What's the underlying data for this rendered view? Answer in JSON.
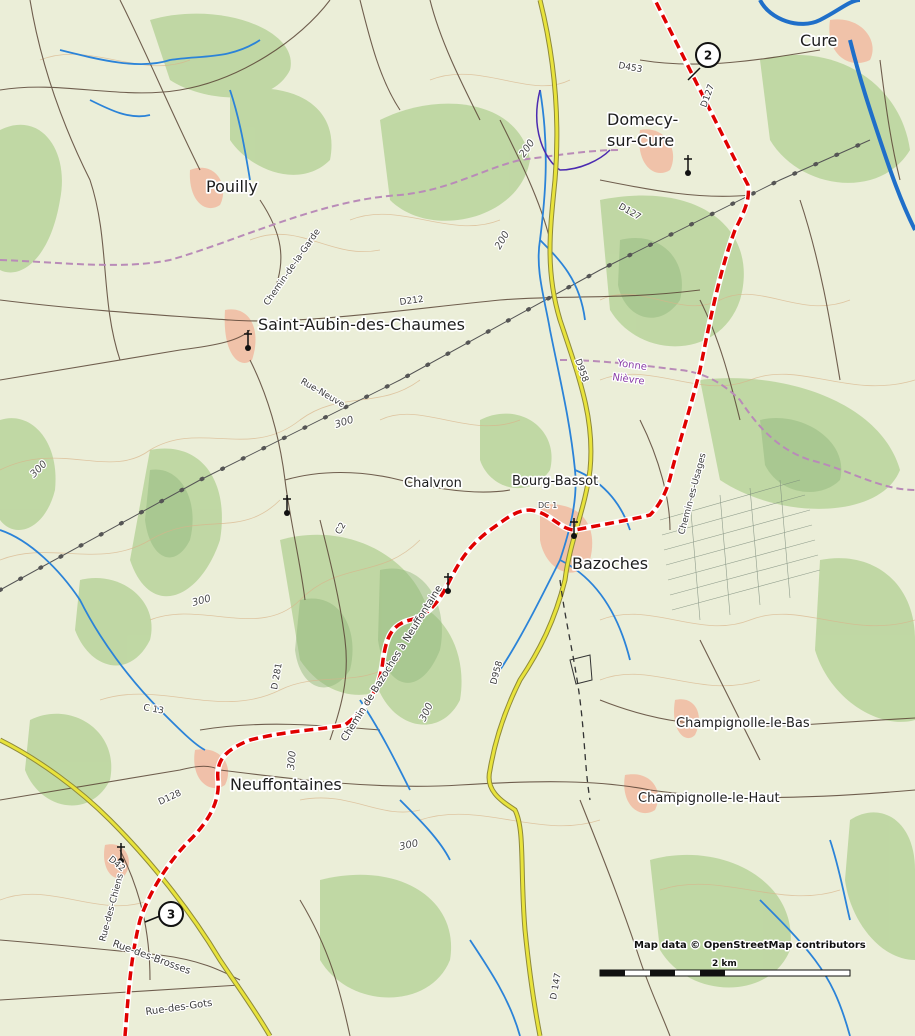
{
  "places": {
    "cure": "Cure",
    "domecy_1": "Domecy-",
    "domecy_2": "sur-Cure",
    "pouilly": "Pouilly",
    "saint_aubin": "Saint-Aubin-des-Chaumes",
    "chalvron": "Chalvron",
    "bourg_bassot": "Bourg-Bassot",
    "bazoches": "Bazoches",
    "champignolle_bas": "Champignolle-le-Bas",
    "champignolle_haut": "Champignolle-le-Haut",
    "neuffontaines": "Neuffontaines"
  },
  "roads": {
    "d453": "D453",
    "d127_a": "D127",
    "d127_b": "D127",
    "d212": "D212",
    "chemin_garde": "Chemin-de-la-Garde",
    "rue_neuve": "Rue-Neuve",
    "d958_a": "D958",
    "d958_b": "D958",
    "c2": "C2",
    "c13": "C 13",
    "d281": "D 281",
    "d128": "D128",
    "d42": "D42",
    "d147": "D 147",
    "chemin_bazoches": "Chemin de Bazoches à Neuffontaine",
    "chemin_usages": "Chemin-es-Usages",
    "rue_chiens": "Rue-des-Chiens",
    "rue_brosses": "Rue-des-Brosses",
    "rue_gots": "Rue-des-Gots",
    "dc": "DC 1"
  },
  "departments": {
    "yonne": "Yonne",
    "nievre": "Nièvre"
  },
  "altitudes": {
    "a200_1": "200",
    "a200_2": "200",
    "a300_1": "300",
    "a300_2": "300",
    "a300_3": "300",
    "a300_4": "300",
    "a300_5": "300",
    "a300_6": "300"
  },
  "waypoints": [
    {
      "number": "2"
    },
    {
      "number": "3"
    }
  ],
  "scale": {
    "attribution": "Map data © OpenStreetMap contributors",
    "label": "2 km"
  },
  "colors": {
    "route": "#e00000",
    "river": "#2b83d8",
    "main_road": "#e7e23a",
    "boundary": "#b88ab8",
    "forest": "#b8d39a",
    "settlement": "#f2b8a0"
  },
  "icons": [
    "church-icon",
    "waypoint-marker-icon"
  ]
}
